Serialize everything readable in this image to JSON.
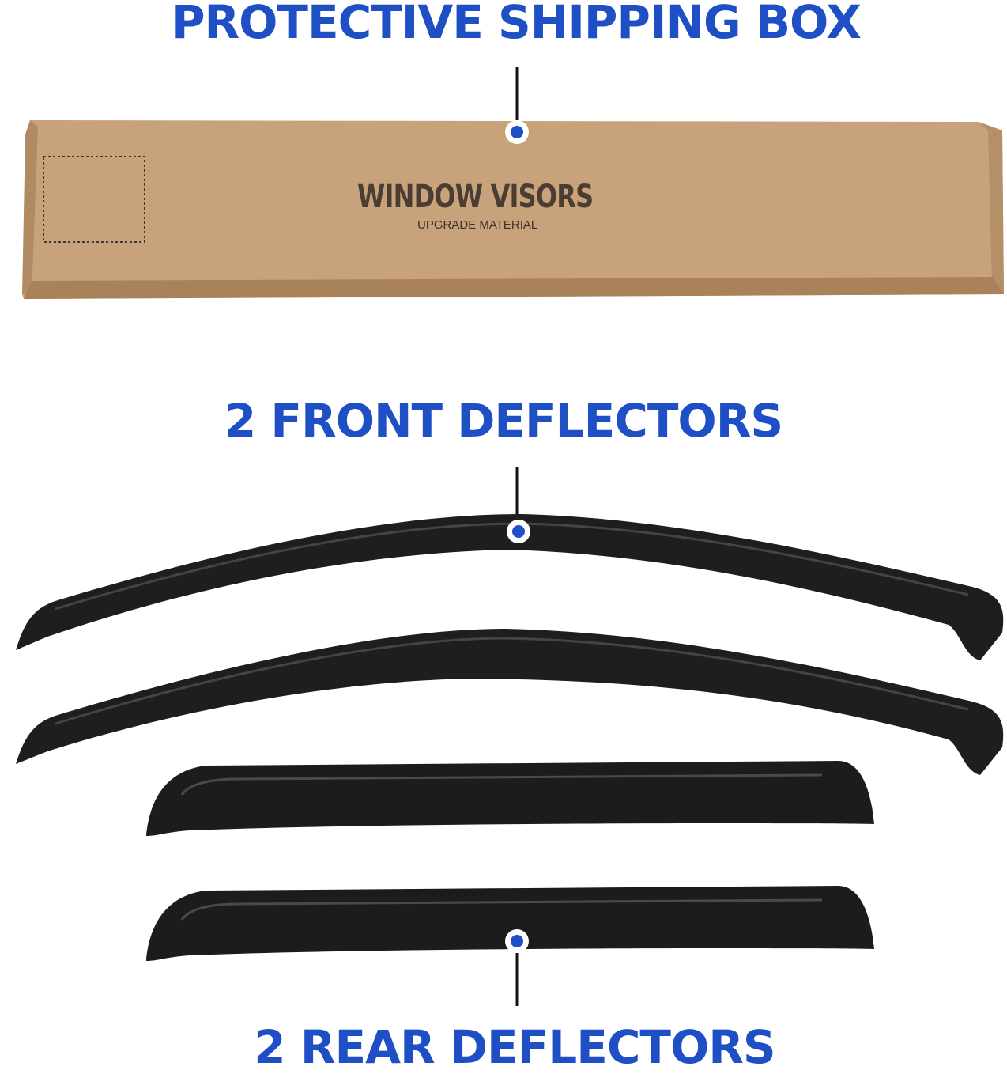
{
  "labels": {
    "box": "PROTECTIVE SHIPPING BOX",
    "front": "2 FRONT DEFLECTORS",
    "rear": "2 REAR DEFLECTORS"
  },
  "box_print": {
    "title": "WINDOW VISORS",
    "subtitle": "UPGRADE MATERIAL"
  },
  "colors": {
    "accent": "#1f4fc4",
    "box": "#c9a47c",
    "visor": "#1c1c1c"
  }
}
